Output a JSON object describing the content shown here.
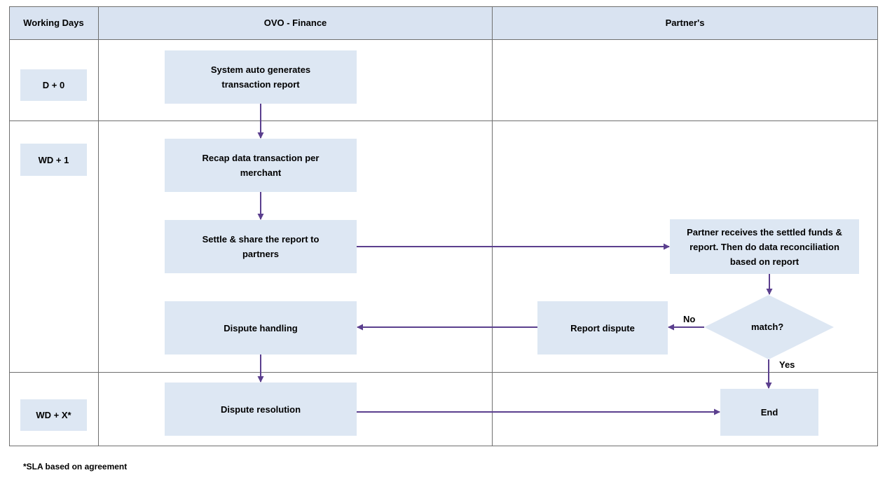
{
  "headers": {
    "working_days": "Working Days",
    "ovo_finance": "OVO - Finance",
    "partners": "Partner's"
  },
  "days": {
    "d0": "D + 0",
    "wd1": "WD + 1",
    "wdx": "WD + X*"
  },
  "steps": {
    "auto_generate": "System auto generates transaction report",
    "recap": "Recap data transaction per merchant",
    "settle_share": "Settle & share the report to partners",
    "partner_receives": "Partner receives the settled funds & report. Then do data reconciliation based on report",
    "dispute_handling": "Dispute handling",
    "report_dispute": "Report dispute",
    "match": "match?",
    "dispute_resolution": "Dispute resolution",
    "end": "End"
  },
  "edge_labels": {
    "no": "No",
    "yes": "Yes"
  },
  "footnote": "*SLA based on agreement",
  "colors": {
    "header_fill": "#d9e3f1",
    "box_fill": "#dde7f3",
    "arrow": "#5b3f8e",
    "grid_line": "#6f6f6f"
  }
}
